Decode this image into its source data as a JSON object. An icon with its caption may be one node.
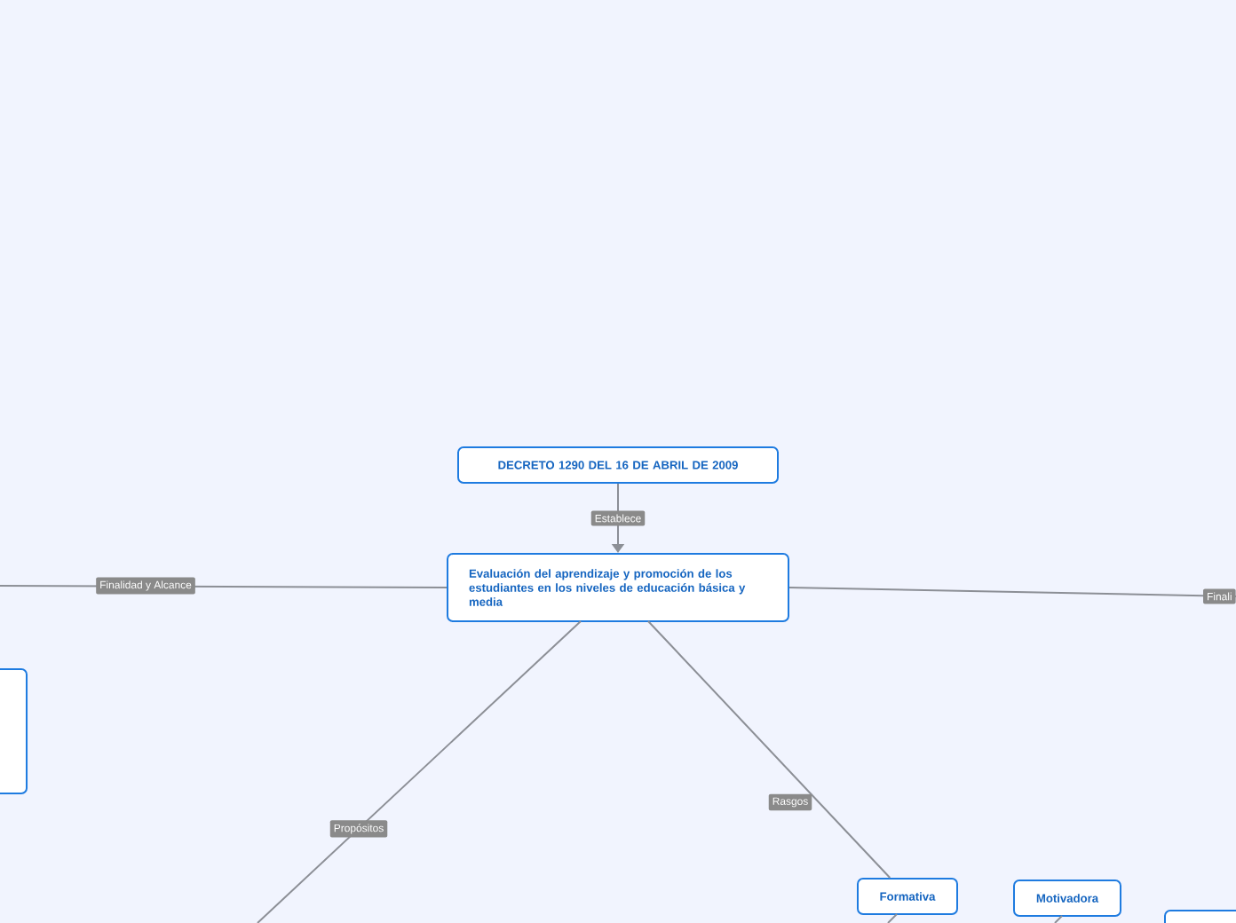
{
  "diagram": {
    "nodes": [
      {
        "text": [
          "DECRETO 1290 DEL 16 DE ABRIL DE 2009"
        ]
      },
      {
        "text": [
          "Evaluación del aprendizaje y promoción de los estudiantes en los niveles de educación básica y media"
        ]
      },
      {
        "text": [],
        "shape": "box"
      },
      {
        "text": [
          "Formativa"
        ]
      },
      {
        "text": [
          "Motivadora"
        ]
      },
      {
        "text": [],
        "shape": "box"
      }
    ],
    "edges": [
      {
        "from": 0,
        "to": 1,
        "arrow": "to",
        "label": "Establece"
      },
      {
        "from": 1,
        "to": null,
        "arrow": "none",
        "label": "Finalidad y Alcance"
      },
      {
        "from": 1,
        "to": null,
        "arrow": "none",
        "label": "Finali"
      },
      {
        "from": 1,
        "to": null,
        "arrow": "none",
        "label": "Propósitos"
      },
      {
        "from": 1,
        "to": 3,
        "arrow": "none",
        "label": "Rasgos"
      },
      {
        "from": 3,
        "to": null,
        "arrow": "none"
      },
      {
        "from": 4,
        "to": null,
        "arrow": "none"
      }
    ]
  }
}
